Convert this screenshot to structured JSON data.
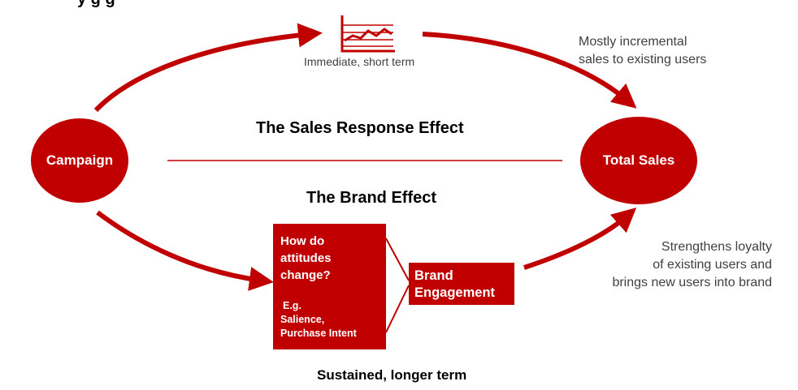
{
  "header": {
    "title_fragment": "y                                                     g  g"
  },
  "nodes": {
    "campaign": "Campaign",
    "total_sales": "Total Sales"
  },
  "sales_response": {
    "heading": "The Sales Response Effect",
    "icon_caption": "Immediate, short term",
    "note_line1": "Mostly incremental",
    "note_line2": "sales to existing users"
  },
  "brand_effect": {
    "heading": "The Brand Effect",
    "attitudes_line1": "How do",
    "attitudes_line2": "attitudes",
    "attitudes_line3": "change?",
    "example_line1": "E.g.",
    "example_line2": "Salience,",
    "example_line3": "Purchase Intent",
    "engagement_line1": "Brand",
    "engagement_line2": "Engagement",
    "note_line1": "Strengthens loyalty",
    "note_line2": "of existing users and",
    "note_line3": "brings new users into brand",
    "footer": "Sustained, longer term"
  },
  "colors": {
    "accent": "#c00000",
    "note_text": "#404040"
  }
}
